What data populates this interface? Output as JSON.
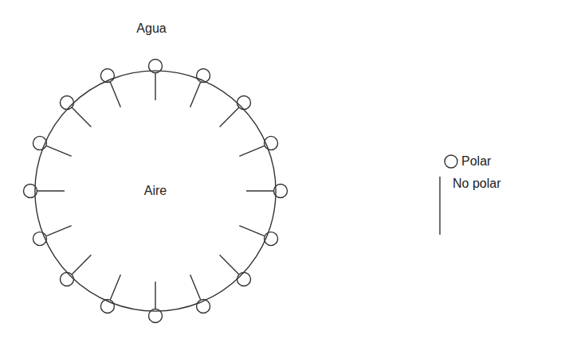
{
  "diagram": {
    "nodes": [
      {
        "text": [
          "Aire"
        ]
      }
    ],
    "labels": [
      "Agua"
    ],
    "legend": [
      {
        "text": "Polar"
      },
      {
        "text": "No polar"
      }
    ]
  }
}
